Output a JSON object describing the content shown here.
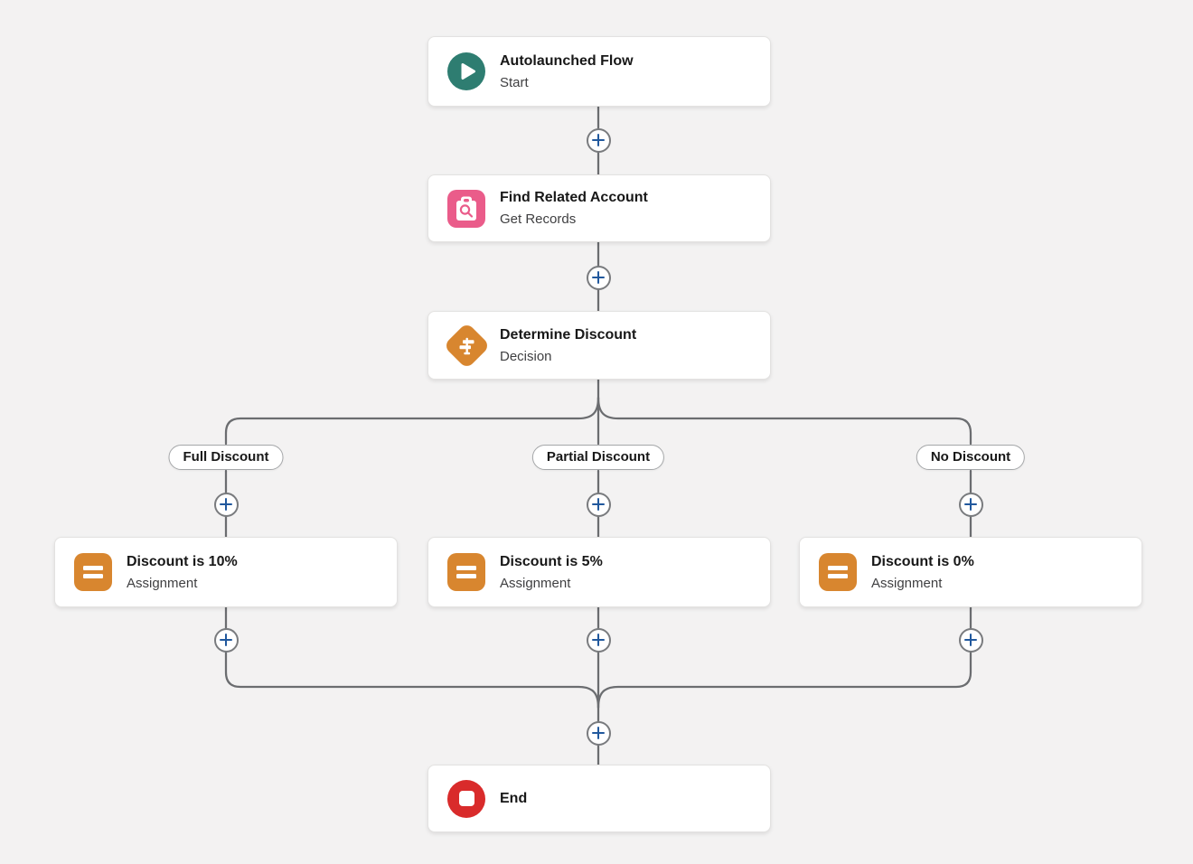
{
  "canvas": {
    "background_color": "#f3f2f2",
    "connector_color": "#6b6d70",
    "add_button_plus_color": "#21589d"
  },
  "nodes": {
    "start": {
      "title": "Autolaunched Flow",
      "subtitle": "Start",
      "icon": "play-icon",
      "icon_color": "#2e7d71"
    },
    "get_records": {
      "title": "Find Related Account",
      "subtitle": "Get Records",
      "icon": "clipboard-search-icon",
      "icon_color": "#ea5c8a"
    },
    "decision": {
      "title": "Determine Discount",
      "subtitle": "Decision",
      "icon": "signpost-diamond-icon",
      "icon_color": "#d8862f"
    },
    "assignment_full": {
      "title": "Discount is 10%",
      "subtitle": "Assignment",
      "icon": "equals-icon",
      "icon_color": "#d8862f"
    },
    "assignment_partial": {
      "title": "Discount is 5%",
      "subtitle": "Assignment",
      "icon": "equals-icon",
      "icon_color": "#d8862f"
    },
    "assignment_none": {
      "title": "Discount is 0%",
      "subtitle": "Assignment",
      "icon": "equals-icon",
      "icon_color": "#d8862f"
    },
    "end": {
      "title": "End",
      "icon": "stop-icon",
      "icon_color": "#d92b2b"
    }
  },
  "branches": [
    {
      "label": "Full Discount"
    },
    {
      "label": "Partial Discount"
    },
    {
      "label": "No Discount"
    }
  ]
}
